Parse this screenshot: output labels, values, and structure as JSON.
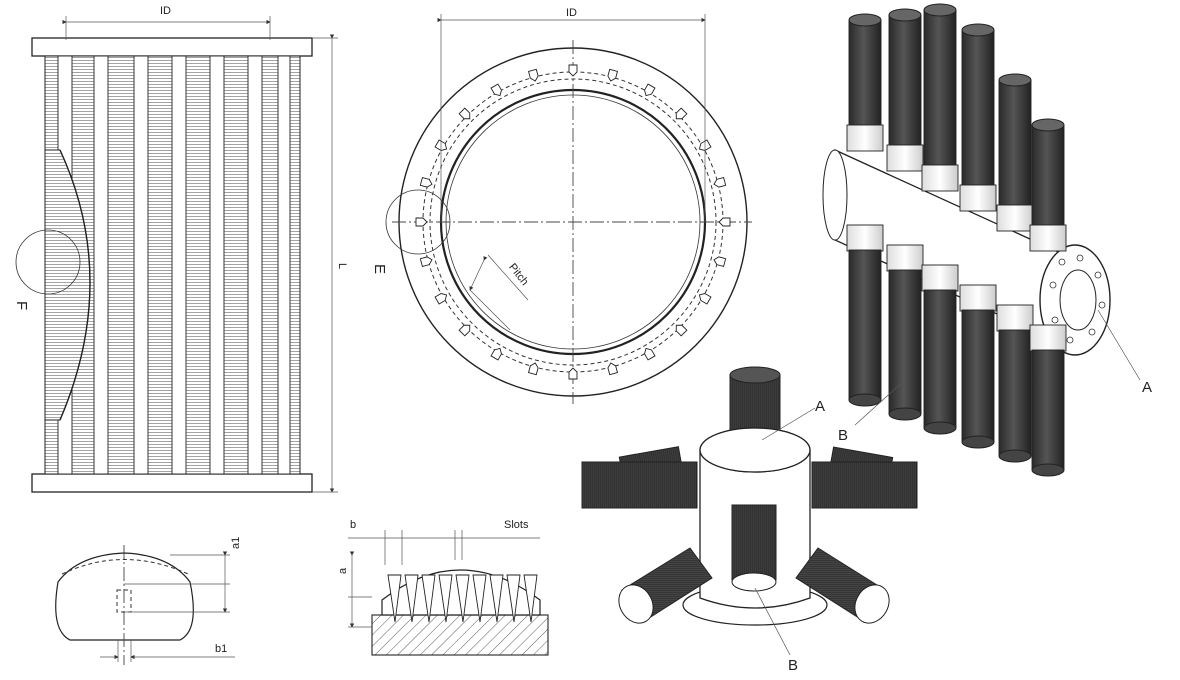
{
  "labels": {
    "id_side": "ID",
    "id_top": "ID",
    "length": "L",
    "detail_f": "F",
    "detail_e": "E",
    "pitch": "Pitch",
    "a1": "a1",
    "b1": "b1",
    "a": "a",
    "b": "b",
    "slots": "Slots",
    "manifold_a": "A",
    "manifold_b": "B",
    "hub_a": "A",
    "hub_b": "B"
  },
  "colors": {
    "line": "#222222",
    "tube_dark": "#3a3a3a",
    "tube_light": "#f2f2f2"
  }
}
